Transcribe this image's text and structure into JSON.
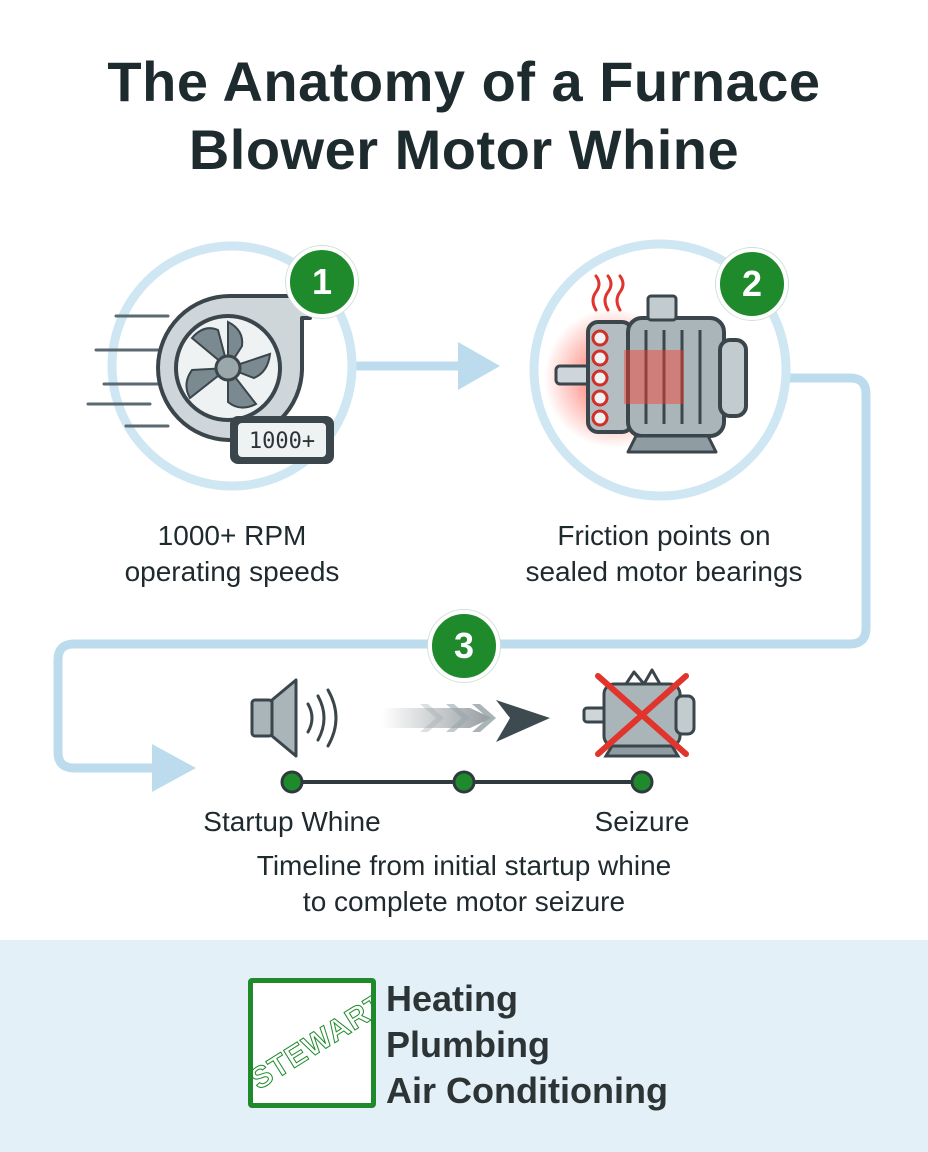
{
  "title": {
    "line1": "The Anatomy of a Furnace",
    "line2": "Blower Motor Whine"
  },
  "steps": [
    {
      "number": "1",
      "caption_line1": "1000+ RPM",
      "caption_line2": "operating speeds",
      "display": "1000+"
    },
    {
      "number": "2",
      "caption_line1": "Friction points on",
      "caption_line2": "sealed motor bearings"
    },
    {
      "number": "3",
      "caption_line1": "Timeline from initial startup whine",
      "caption_line2": "to complete motor seizure"
    }
  ],
  "timeline": {
    "start_label": "Startup Whine",
    "end_label": "Seizure"
  },
  "footer": {
    "logo_text": "STEWART",
    "services": [
      "Heating",
      "Plumbing",
      "Air Conditioning"
    ]
  },
  "icons": [
    "blower-fan-icon",
    "rpm-display-icon",
    "electric-motor-icon",
    "heat-waves-icon",
    "speaker-icon",
    "progress-arrows-icon",
    "broken-motor-icon"
  ],
  "colors": {
    "accent_green": "#1e8a2c",
    "flow_blue": "#bcdcee",
    "footer_bg": "#e4f0f7",
    "heat_red": "#e0342c"
  }
}
